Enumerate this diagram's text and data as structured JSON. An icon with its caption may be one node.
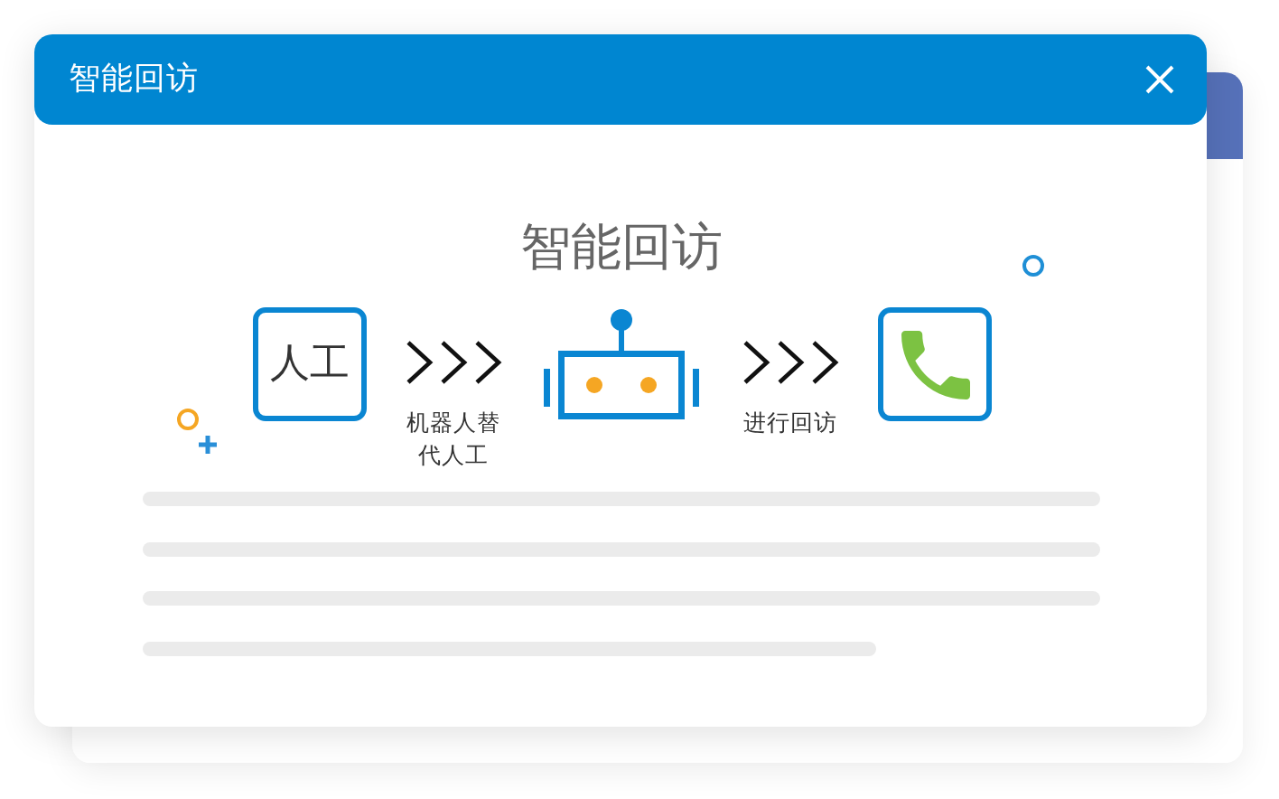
{
  "diagram": {
    "title": "智能回访",
    "nodes": [
      {
        "text": [
          "人工"
        ]
      },
      {
        "text": [],
        "shape": "picture"
      },
      {
        "text": [],
        "shape": "box"
      }
    ],
    "edges": [
      {
        "from": 0,
        "to": 1,
        "arrow": "to",
        "label": "机器人替代人工"
      },
      {
        "from": 1,
        "to": 2,
        "arrow": "to",
        "label": "进行回访"
      }
    ],
    "labels": [
      "智能回访"
    ]
  }
}
